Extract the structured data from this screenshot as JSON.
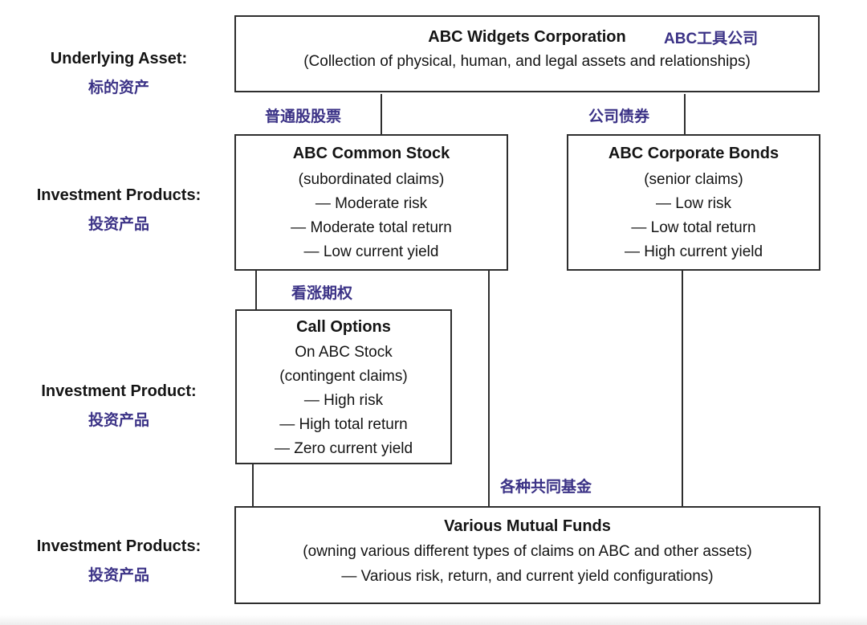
{
  "colors": {
    "accent_purple": "#3b3286",
    "line_color": "#2e2e2e",
    "text_color": "#141414",
    "background": "#ffffff"
  },
  "row_labels": [
    {
      "en": "Underlying Asset:",
      "zh": "标的资产"
    },
    {
      "en": "Investment Products:",
      "zh": "投资产品"
    },
    {
      "en": "Investment Product:",
      "zh": "投资产品"
    },
    {
      "en": "Investment Products:",
      "zh": "投资产品"
    }
  ],
  "boxes": {
    "corporation": {
      "title": "ABC Widgets Corporation",
      "title_zh": "ABC工具公司",
      "subtitle": "(Collection of physical, human, and legal assets and relationships)"
    },
    "common_stock": {
      "title": "ABC Common Stock",
      "lines": [
        "(subordinated claims)",
        "— Moderate risk",
        "— Moderate total return",
        "— Low current yield"
      ]
    },
    "corporate_bonds": {
      "title": "ABC Corporate Bonds",
      "lines": [
        "(senior claims)",
        "— Low risk",
        "— Low total return",
        "— High current yield"
      ]
    },
    "call_options": {
      "title": "Call Options",
      "lines": [
        "On ABC Stock",
        "(contingent claims)",
        "— High risk",
        "— High total return",
        "— Zero current yield"
      ]
    },
    "mutual_funds": {
      "title": "Various Mutual Funds",
      "lines": [
        "(owning various different types of claims on ABC and other assets)",
        "— Various risk, return, and current yield configurations)"
      ]
    }
  },
  "connector_labels": {
    "common_stock": "普通股股票",
    "corporate_bonds": "公司债券",
    "call_options": "看涨期权",
    "mutual_funds": "各种共同基金"
  }
}
